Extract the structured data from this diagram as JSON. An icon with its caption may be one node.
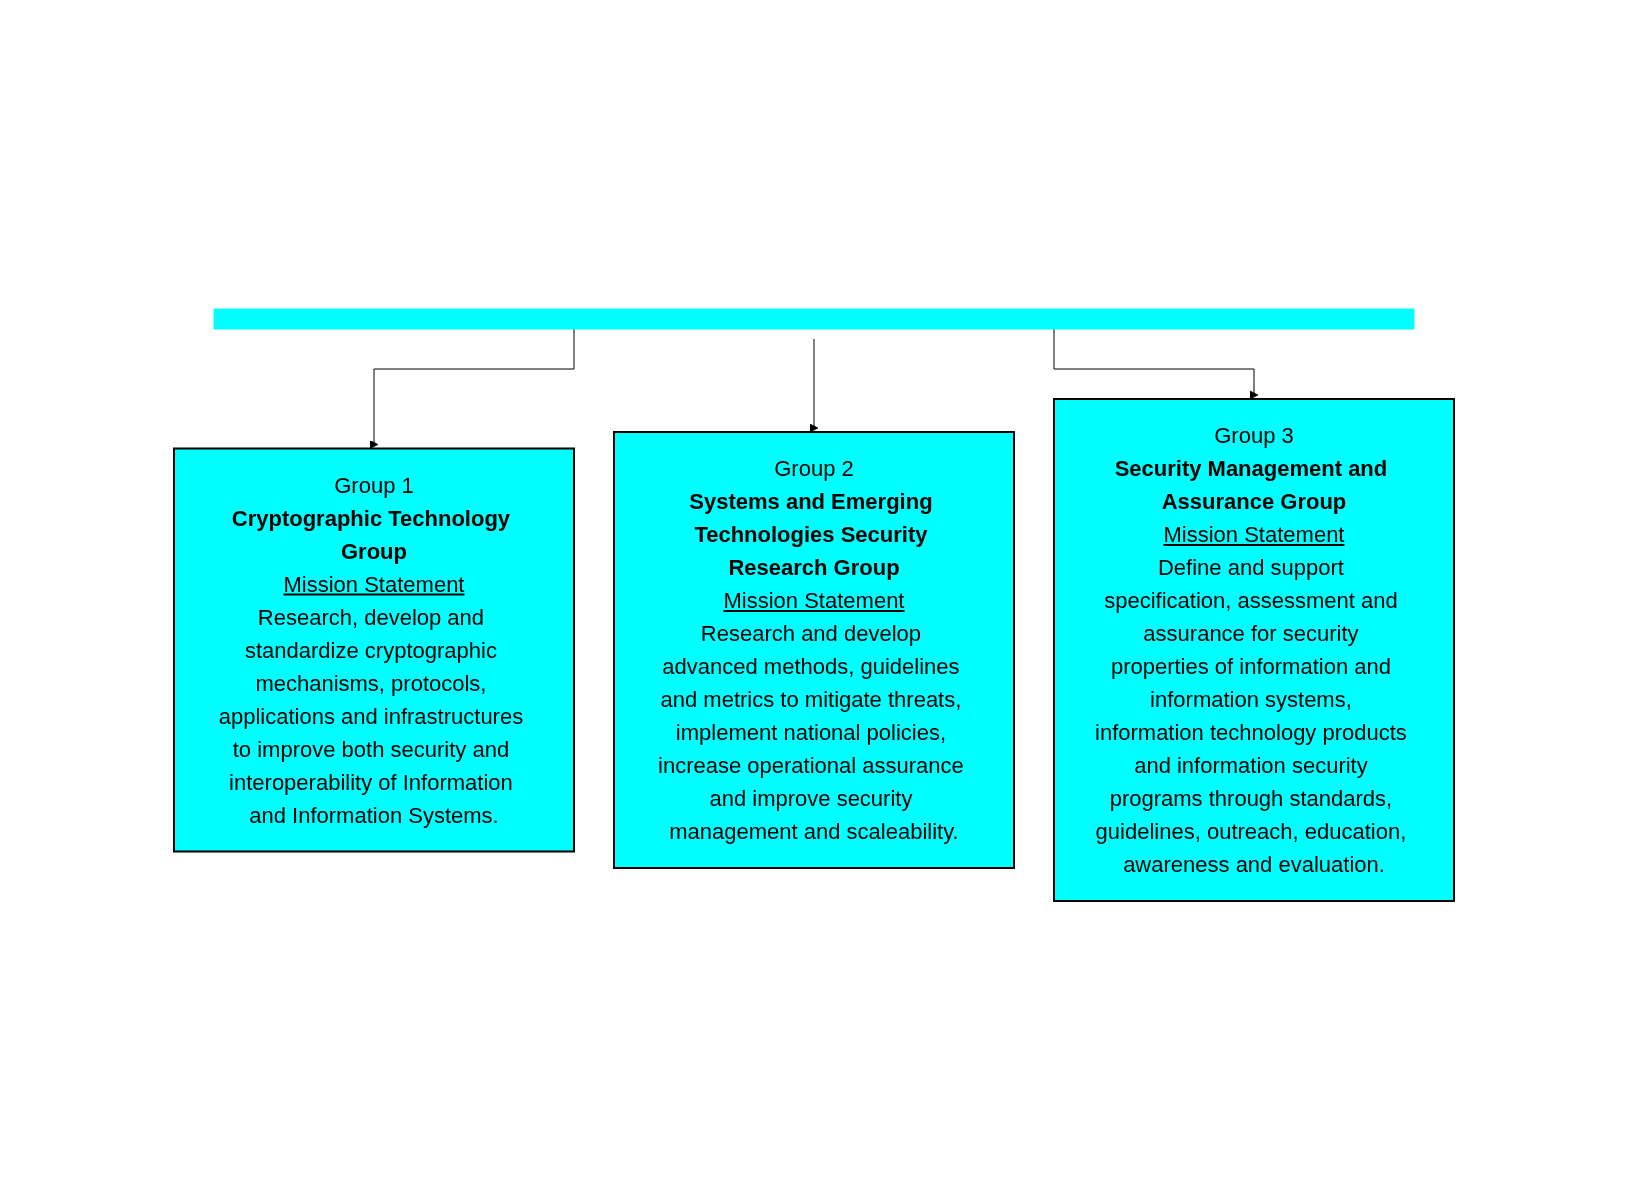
{
  "diagram": {
    "nodes": [
      {
        "text": [],
        "shape": "bar"
      },
      {
        "text": [
          "Group 1",
          "Cryptographic Technology Group",
          "Mission Statement",
          "Research, develop and standardize cryptographic mechanisms, protocols, applications and infrastructures to improve both security and interoperability of Information and Information Systems."
        ]
      },
      {
        "text": [
          "Group 2",
          "Systems and Emerging Technologies Security Research Group",
          "Mission Statement",
          "Research and develop advanced methods, guidelines and metrics to mitigate threats, implement national policies, increase operational assurance and improve security management and scaleability."
        ]
      },
      {
        "text": [
          "Group 3",
          "Security Management and Assurance Group",
          "Mission Statement",
          "Define and support specification, assessment and assurance for security properties of information and information systems, information technology products and information security programs through standards, guidelines, outreach, education, awareness and evaluation."
        ]
      }
    ],
    "edges": [
      {
        "from": 0,
        "to": 1,
        "arrow": "to"
      },
      {
        "from": 0,
        "to": 2,
        "arrow": "to"
      },
      {
        "from": 0,
        "to": 3,
        "arrow": "to"
      }
    ]
  }
}
